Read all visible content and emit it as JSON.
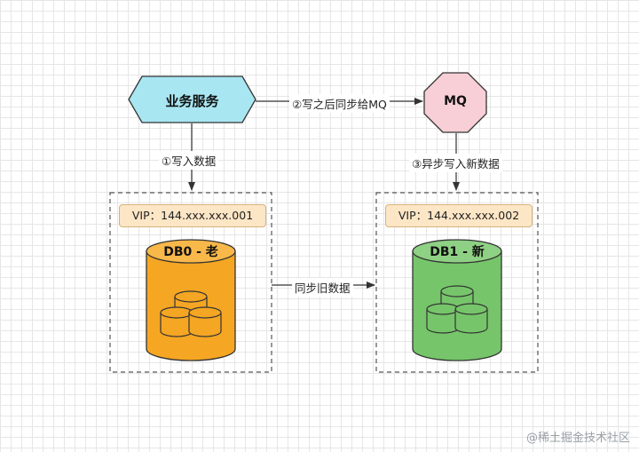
{
  "nodes": {
    "business_service": "业务服务",
    "mq": "MQ",
    "db_old": {
      "vip": "VIP：144.xxx.xxx.001",
      "name": "DB0 - 老"
    },
    "db_new": {
      "vip": "VIP：144.xxx.xxx.002",
      "name": "DB1 - 新"
    }
  },
  "edges": {
    "write_data": "①写入数据",
    "sync_to_mq": "②写之后同步给MQ",
    "async_write_new": "③异步写入新数据",
    "sync_old_data": "同步旧数据"
  },
  "colors": {
    "service_fill": "#a8e6f2",
    "mq_fill": "#f8cfd6",
    "db_old_fill": "#f5a623",
    "db_new_fill": "#76c56a",
    "vip_fill": "#fde6c6"
  },
  "watermark": "@稀土掘金技术社区"
}
